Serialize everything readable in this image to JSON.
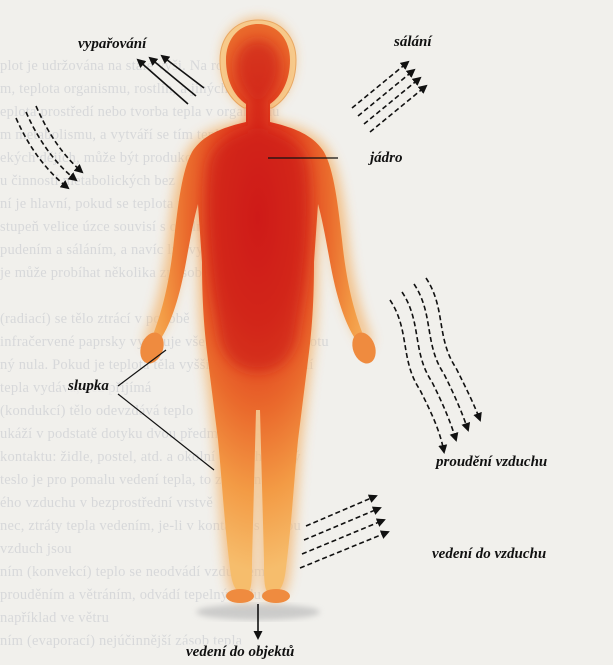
{
  "labels": {
    "evaporation": "vypařování",
    "radiation": "sálání",
    "core": "jádro",
    "shell": "slupka",
    "air_flow": "proudění vzduchu",
    "conduction_air": "vedení do vzduchu",
    "conduction_objects": "vedení do objektů"
  },
  "background_text": [
    "plot je udržována na stálé výši. Na rozdíl od",
    "m, teplota organismu, rostlin, a jiných živočichů",
    "eplota prostředí nebo tvorba tepla v organismu",
    "m metabolismu, a vytváří se tím teplota",
    "ekých dějích, může být produkce tepla",
    "u činností metabolických bez",
    "ní je hlavní, pokud se teplota mezi krví",
    "stupeň velice úzce souvisí s okolním",
    "pudením a sáláním, a navíc lze vypařováním",
    "je může probíhat několika způsoby",
    "",
    "(radiací) se tělo ztrácí v podobě",
    "infračervené paprsky vyzařuje vše, co má vyšší teplotu",
    "ný nula. Pokud je teplota těla vyšší než teplota okolí",
    "tepla vydává, než přijímá",
    "(kondukcí) tělo odevzdává teplo",
    "ukáží v podstatě dotyku dvou předmětů",
    "kontaktu: židle, postel, atd. a okolní vzduch, který",
    "teslo je pro pomalu vedení tepla, to znamená",
    "ého vzduchu v bezprostřední vrstvě",
    "nec, ztráty tepla vedením, je-li v kontaktu s vodou",
    "vzduch jsou",
    "ním (konvekcí) teplo se neodvádí vzduchem",
    "prouděním a větráním, odvádí tepelný vzduch",
    "například ve větru",
    "ním (evaporací) nejúčinnější zásob tepla"
  ]
}
